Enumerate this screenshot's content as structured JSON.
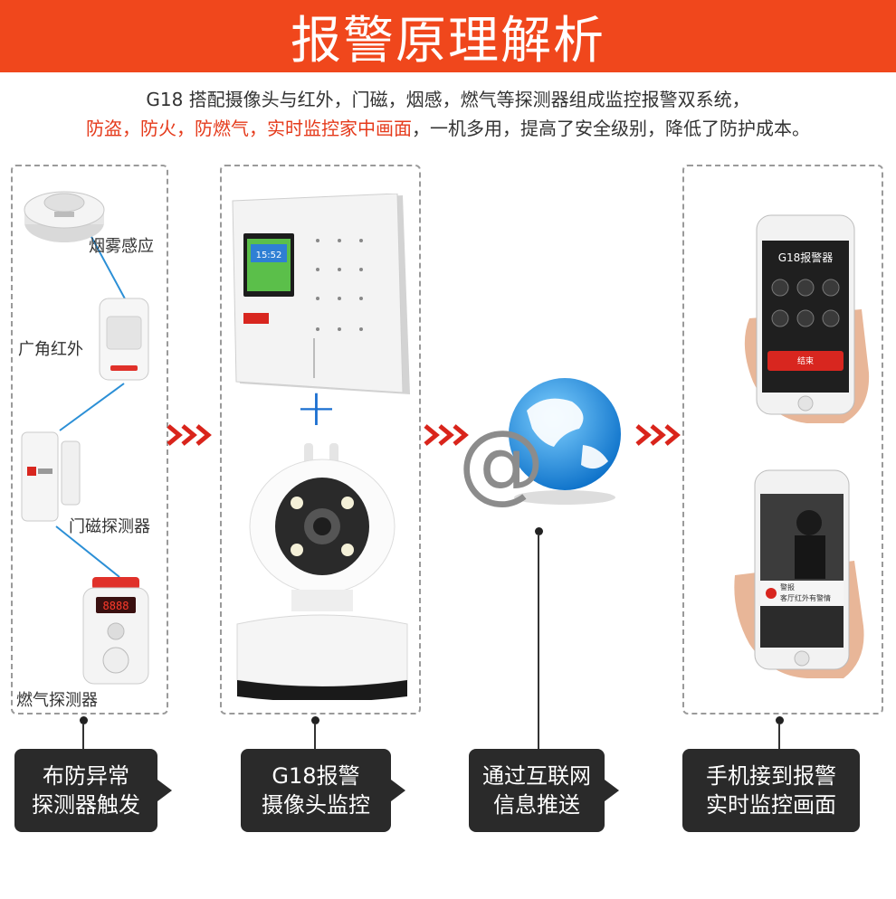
{
  "header": {
    "title": "报警原理解析"
  },
  "intro": {
    "line1": "G18 搭配摄像头与红外，门磁，烟感，燃气等探测器组成监控报警双系统，",
    "line2_red": "防盗，防火，防燃气，实时监控家中画面",
    "line2_rest": "，一机多用，提高了安全级别，降低了防护成本。"
  },
  "detectors": {
    "smoke": "烟雾感应",
    "pir": "广角红外",
    "door": "门磁探测器",
    "gas": "燃气探测器"
  },
  "panel_screen": {
    "time": "15:52"
  },
  "callouts": [
    {
      "line1": "布防异常",
      "line2": "探测器触发"
    },
    {
      "line1": "G18报警",
      "line2": "摄像头监控"
    },
    {
      "line1": "通过互联网",
      "line2": "信息推送"
    },
    {
      "line1": "手机接到报警",
      "line2": "实时监控画面"
    }
  ],
  "phone1": {
    "title": "G18报警器",
    "button": "结束"
  },
  "phone2": {
    "alert_title": "警报",
    "alert_text": "客厅红外有警情"
  },
  "colors": {
    "banner": "#f0471c",
    "accent_red": "#e53a1b",
    "callout_bg": "#2a2a2a",
    "arrow": "#d9241b"
  }
}
